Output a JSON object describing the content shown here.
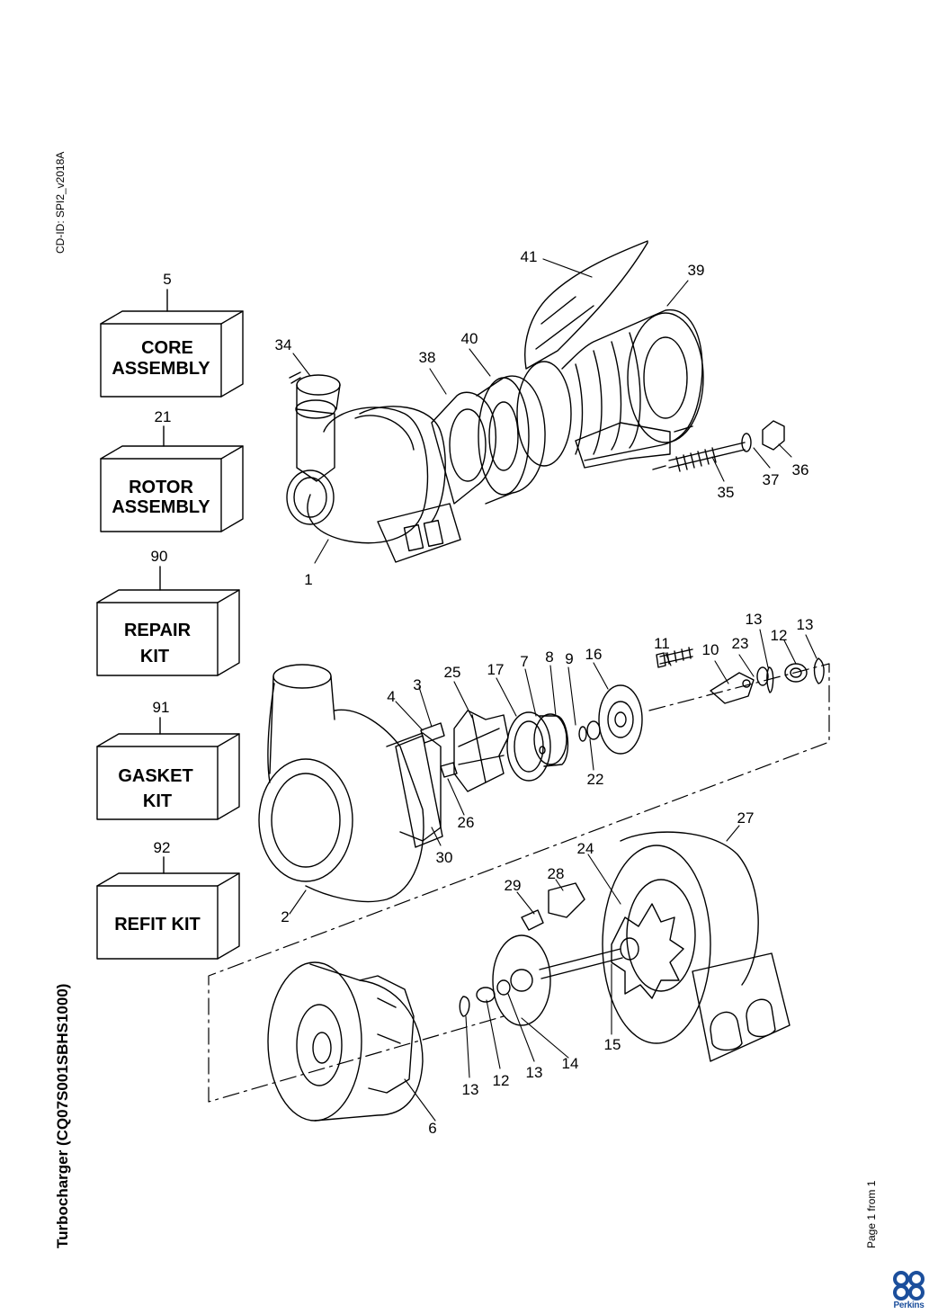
{
  "document": {
    "cd_id": "CD-ID: SPI2_v2018A",
    "title": "Turbocharger (CQ07S001SBHS1000)",
    "page_info": "Page 1 from 1",
    "brand": "Perkins",
    "brand_color": "#1c4f9c"
  },
  "kit_boxes": [
    {
      "ref": "5",
      "line1": "CORE",
      "line2": "ASSEMBLY"
    },
    {
      "ref": "21",
      "line1": "ROTOR",
      "line2": "ASSEMBLY"
    },
    {
      "ref": "90",
      "line1": "REPAIR",
      "line2": "KIT"
    },
    {
      "ref": "91",
      "line1": "GASKET",
      "line2": "KIT"
    },
    {
      "ref": "92",
      "line1": "REFIT KIT",
      "line2": ""
    }
  ],
  "callouts": [
    "41",
    "39",
    "34",
    "38",
    "40",
    "35",
    "37",
    "36",
    "1",
    "13",
    "12",
    "13",
    "11",
    "10",
    "23",
    "16",
    "8",
    "9",
    "7",
    "17",
    "25",
    "3",
    "4",
    "22",
    "26",
    "30",
    "27",
    "24",
    "28",
    "29",
    "2",
    "15",
    "14",
    "13",
    "12",
    "13",
    "6"
  ]
}
